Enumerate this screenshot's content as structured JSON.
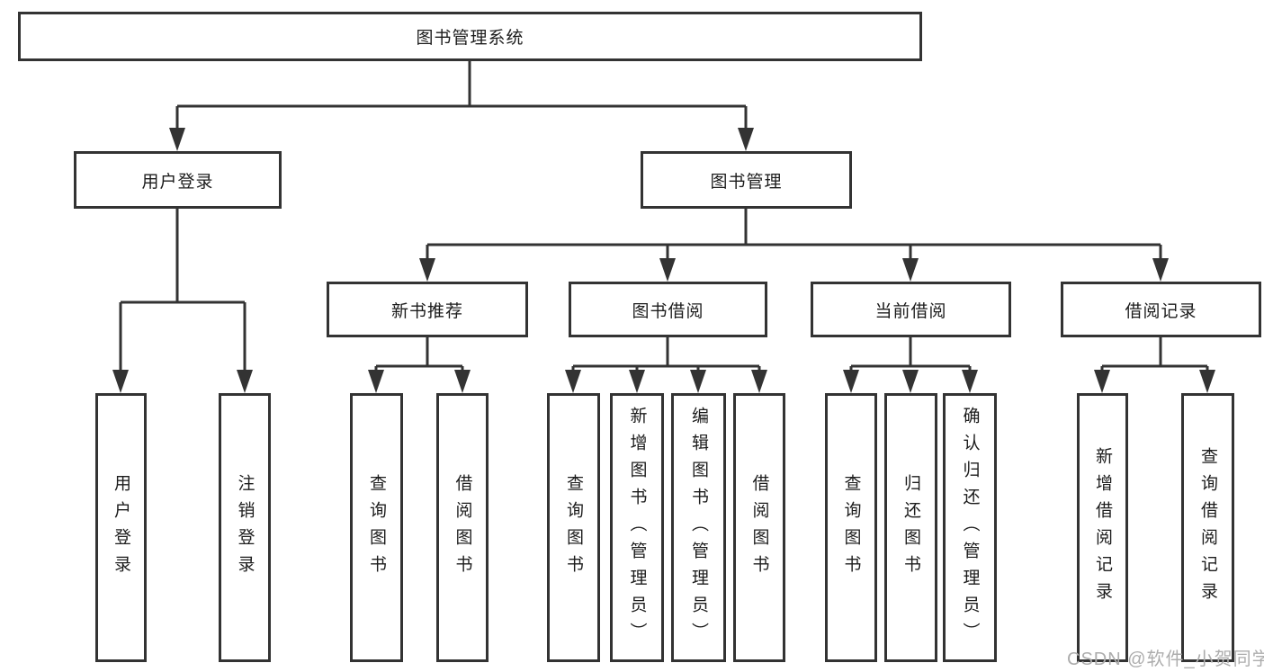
{
  "diagram_type": "hierarchy-tree",
  "colors": {
    "line": "#333333",
    "box_border": "#333333",
    "text": "#1c1c1c",
    "background": "#ffffff",
    "watermark": "#adadad"
  },
  "tree": {
    "label": "图书管理系统",
    "children": [
      {
        "label": "用户登录",
        "children": [
          {
            "label": "用户登录"
          },
          {
            "label": "注销登录"
          }
        ]
      },
      {
        "label": "图书管理",
        "children": [
          {
            "label": "新书推荐",
            "children": [
              {
                "label": "查询图书"
              },
              {
                "label": "借阅图书"
              }
            ]
          },
          {
            "label": "图书借阅",
            "children": [
              {
                "label": "查询图书"
              },
              {
                "label": "新增图书（管理员）"
              },
              {
                "label": "编辑图书（管理员）"
              },
              {
                "label": "借阅图书"
              }
            ]
          },
          {
            "label": "当前借阅",
            "children": [
              {
                "label": "查询图书"
              },
              {
                "label": "归还图书"
              },
              {
                "label": "确认归还（管理员）"
              }
            ]
          },
          {
            "label": "借阅记录",
            "children": [
              {
                "label": "新增借阅记录"
              },
              {
                "label": "查询借阅记录"
              }
            ]
          }
        ]
      }
    ]
  },
  "watermark": "CSDN @软件_小贺同学"
}
